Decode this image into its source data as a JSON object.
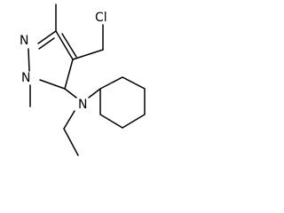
{
  "molecule": {
    "atoms": {
      "chlorine": "Cl",
      "pyrazole_n2": "N",
      "pyrazole_n1": "N",
      "amine_n": "N"
    },
    "colors": {
      "bond": "#000000",
      "label": "#000000",
      "background": "#ffffff"
    }
  }
}
